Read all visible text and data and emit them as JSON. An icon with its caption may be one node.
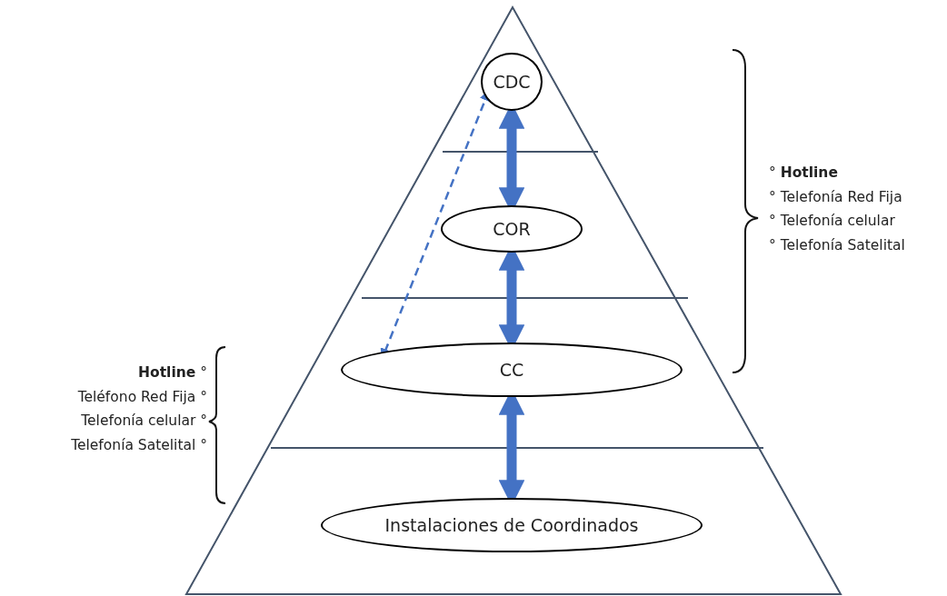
{
  "diagram": {
    "nodes": [
      {
        "text": [
          "CDC"
        ]
      },
      {
        "text": [
          "COR"
        ]
      },
      {
        "text": [
          "CC"
        ]
      },
      {
        "text": [
          "Instalaciones de Coordinados"
        ]
      }
    ],
    "edges": [
      {
        "from": 0,
        "to": 1,
        "arrow": "both"
      },
      {
        "from": 1,
        "to": 2,
        "arrow": "both"
      },
      {
        "from": 2,
        "to": 3,
        "arrow": "both"
      },
      {
        "from": 2,
        "to": 0,
        "arrow": "both",
        "style": "dashed"
      }
    ],
    "labels": [
      "° **Hotline**",
      "° Telefonía Red Fija",
      "° Telefonía celular",
      "° Telefonía Satelital",
      "**Hotline** °",
      "Teléfono Red Fija °",
      "Telefonía celular °",
      "Telefonía Satelital °"
    ]
  }
}
